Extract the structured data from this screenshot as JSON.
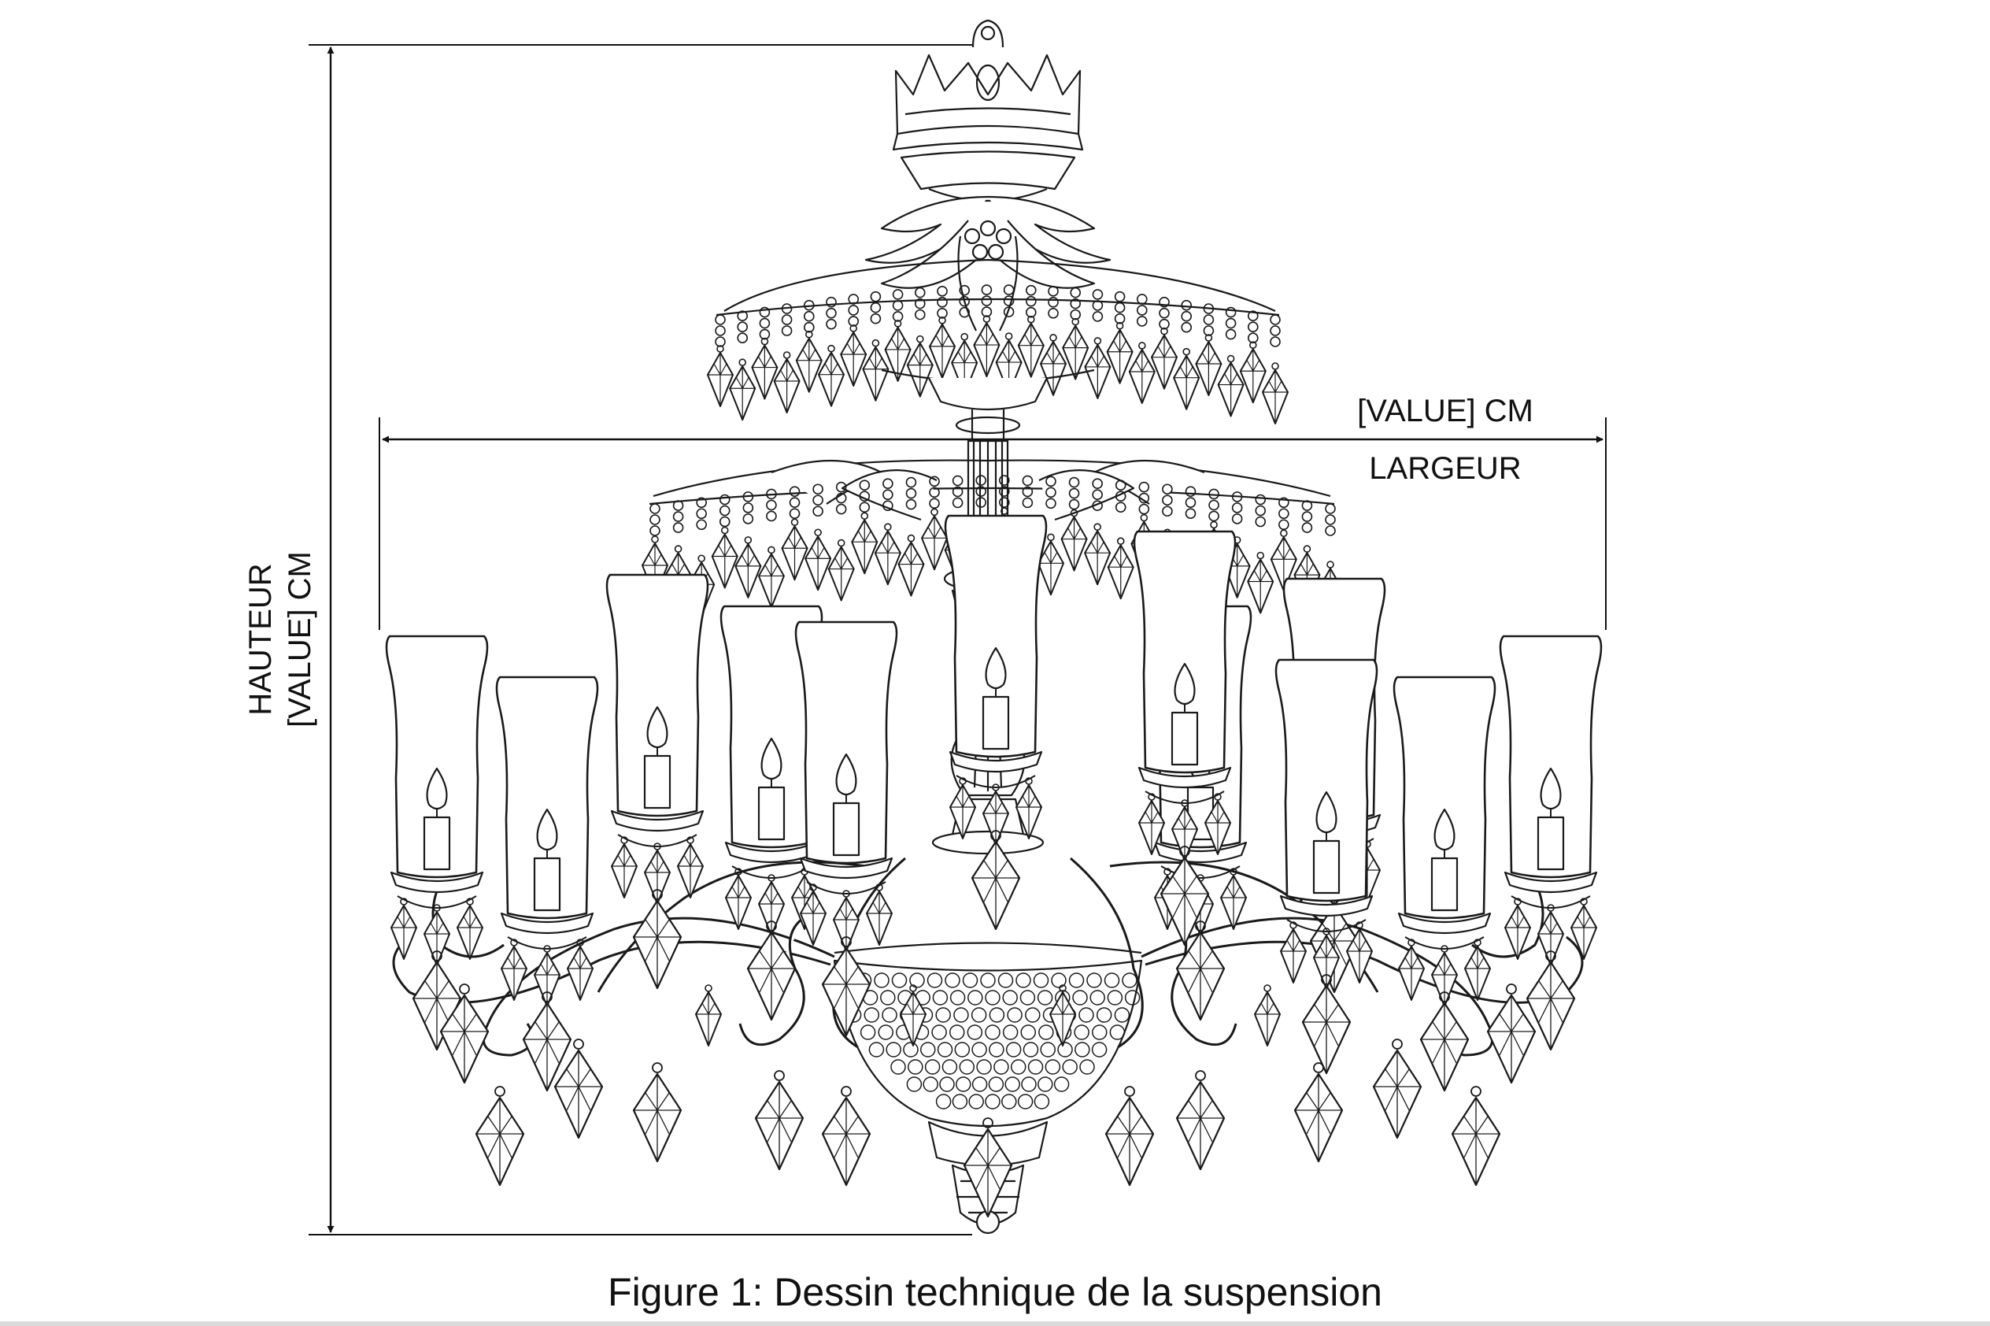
{
  "figure": {
    "caption": "Figure 1: Dessin technique de la suspension",
    "width_dimension": {
      "value_label": "[VALUE] CM",
      "name_label": "LARGEUR"
    },
    "height_dimension": {
      "name_label": "HAUTEUR",
      "value_label": "[VALUE] CM"
    }
  },
  "colors": {
    "line": "#1a1a1a",
    "background": "#ffffff"
  },
  "icons": {
    "illustration": "chandelier-drawing"
  }
}
